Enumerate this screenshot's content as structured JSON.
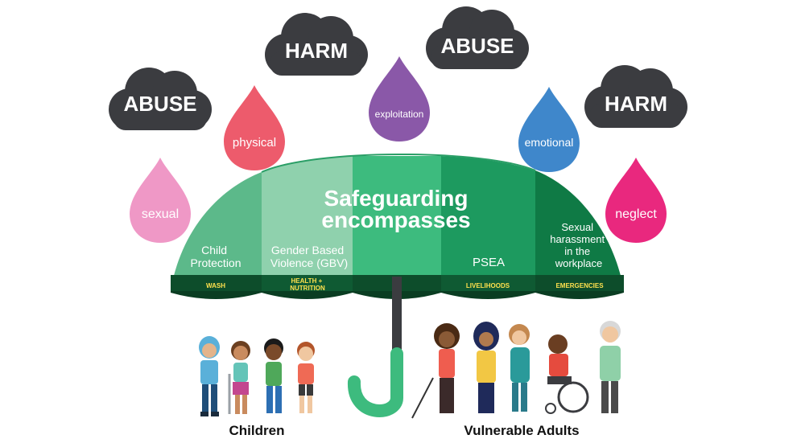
{
  "clouds": [
    {
      "label": "ABUSE"
    },
    {
      "label": "HARM"
    },
    {
      "label": "ABUSE"
    },
    {
      "label": "HARM"
    }
  ],
  "drops": [
    {
      "label": "sexual",
      "color": "#ef98c6"
    },
    {
      "label": "physical",
      "color": "#ed5b6c"
    },
    {
      "label": "exploitation",
      "color": "#8a58a8"
    },
    {
      "label": "emotional",
      "color": "#3f87cb"
    },
    {
      "label": "neglect",
      "color": "#e9287e"
    }
  ],
  "umbrella": {
    "title_line1": "Safeguarding",
    "title_line2": "encompasses",
    "panels": [
      {
        "lines": [
          "Child",
          "Protection"
        ]
      },
      {
        "lines": [
          "Gender Based",
          "Violence (GBV)"
        ]
      },
      {
        "lines": [
          "PSEA"
        ]
      },
      {
        "lines": [
          "Sexual",
          "harassment",
          "in the",
          "workplace"
        ]
      }
    ],
    "bands": [
      {
        "lines": [
          "WASH"
        ]
      },
      {
        "lines": [
          "HEALTH +",
          "NUTRITION"
        ]
      },
      {
        "lines": [
          "LIVELIHOODS"
        ]
      },
      {
        "lines": [
          "EMERGENCIES"
        ]
      }
    ]
  },
  "groups": {
    "children_label": "Children",
    "adults_label": "Vulnerable Adults"
  }
}
